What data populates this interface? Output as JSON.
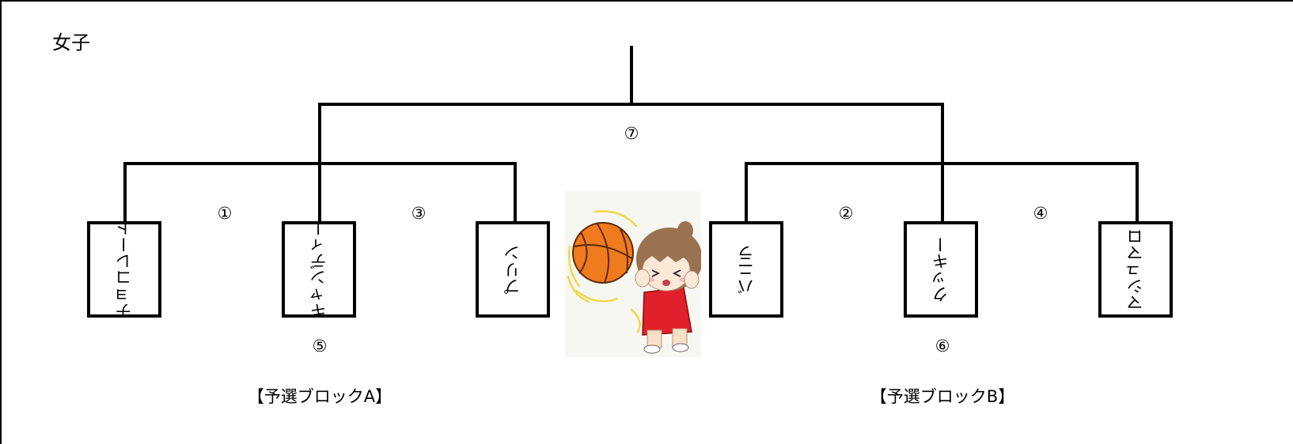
{
  "title": "女子",
  "teams": [
    "チョコレート",
    "キャンディー",
    "プリン",
    "バニラ",
    "クッキー",
    "マシュマロ"
  ],
  "matches": {
    "m1": "①",
    "m2": "②",
    "m3": "③",
    "m4": "④",
    "m5": "⑤",
    "m6": "⑥",
    "m7": "⑦"
  },
  "blocks": {
    "a": "【予選ブロックA】",
    "b": "【予選ブロックB】"
  },
  "colors": {
    "line": "#000000",
    "ball": "#f07a1e",
    "jersey": "#e0202a",
    "hair": "#9a7250"
  },
  "illustration": "girl-with-basketball"
}
